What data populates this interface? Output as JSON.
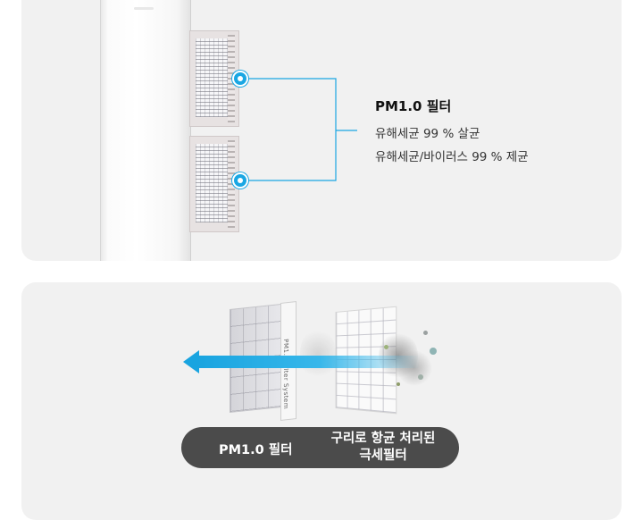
{
  "top_panel": {
    "callout": {
      "title": "PM1.0 필터",
      "line1": "유해세균 99 % 살균",
      "line2": "유해세균/바이러스 99 % 제균"
    }
  },
  "bottom_panel": {
    "hepa_frame_text": "PM1.0 Filter System",
    "labels": {
      "left": "PM1.0 필터",
      "right_line1": "구리로 항균 처리된",
      "right_line2": "극세필터"
    }
  },
  "colors": {
    "accent": "#1aa7e3",
    "panel_bg": "#f1f1f1",
    "pill_bg": "#4b4b4b"
  }
}
